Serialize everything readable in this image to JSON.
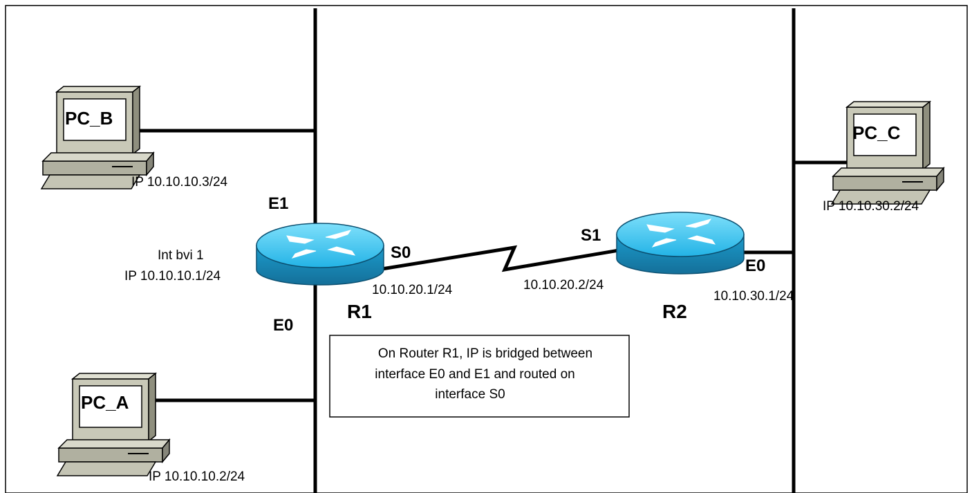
{
  "pcs": {
    "pc_b": {
      "name": "PC_B",
      "ip": "IP 10.10.10.3/24"
    },
    "pc_a": {
      "name": "PC_A",
      "ip": "IP 10.10.10.2/24"
    },
    "pc_c": {
      "name": "PC_C",
      "ip": "IP 10.10.30.2/24"
    }
  },
  "r1": {
    "name": "R1",
    "e1": "E1",
    "e0": "E0",
    "s0": "S0",
    "bvi_label": "Int bvi 1",
    "bvi_ip": "IP 10.10.10.1/24",
    "s0_ip": "10.10.20.1/24"
  },
  "r2": {
    "name": "R2",
    "s1": "S1",
    "e0": "E0",
    "s1_ip": "10.10.20.2/24",
    "e0_ip": "10.10.30.1/24"
  },
  "note": {
    "lines": [
      "On Router R1, IP is bridged between",
      "interface E0 and E1 and routed  on",
      "interface S0"
    ]
  },
  "colors": {
    "router_top": "#3fc8f2",
    "router_side": "#1a8fc0",
    "pc_body": "#b8b8a8",
    "pc_frame": "#8a8a78"
  }
}
